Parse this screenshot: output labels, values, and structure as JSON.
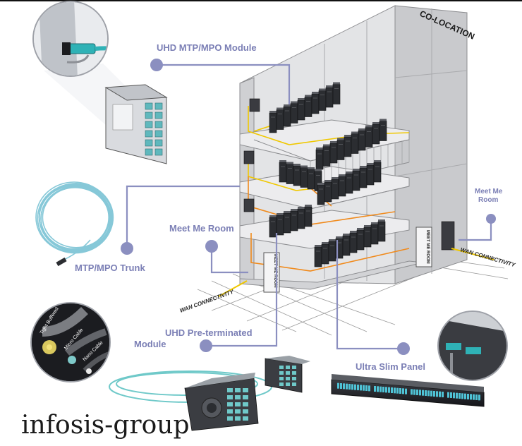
{
  "labels": {
    "co_location": "CO-LOCATION",
    "uhd_mtp_module": "UHD MTP/MPO Module",
    "mtp_trunk": "MTP/MPO Trunk",
    "meet_me_room_left": "Meet Me Room",
    "meet_me_room_right_line1": "Meet Me",
    "meet_me_room_right_line2": "Room",
    "uhd_preterm_line1": "UHD Pre-terminated",
    "uhd_preterm_line2": "Module",
    "ultra_slim_panel": "Ultra Slim Panel",
    "wan_connectivity_left": "WAN CONNECTIVITY",
    "wan_connectivity_right": "WAN CONNECTIVITY",
    "meet_me_room_door_left": "MEET ME ROOM",
    "meet_me_room_door_right": "MEET ME ROOM",
    "cable_tight_buffered": "Tight Buffered",
    "cable_micro": "Micro Cable",
    "cable_nano": "Nano Cable"
  },
  "brand": "infosis-group",
  "colors": {
    "callout_line": "#8b8fc0",
    "callout_text": "#7b7fb5",
    "fiber_yellow": "#f0c800",
    "fiber_orange": "#f08a1c",
    "aqua_cable": "#6fc9c9",
    "building_gray": "#d6d7da",
    "rack_dark": "#2b2d31"
  }
}
